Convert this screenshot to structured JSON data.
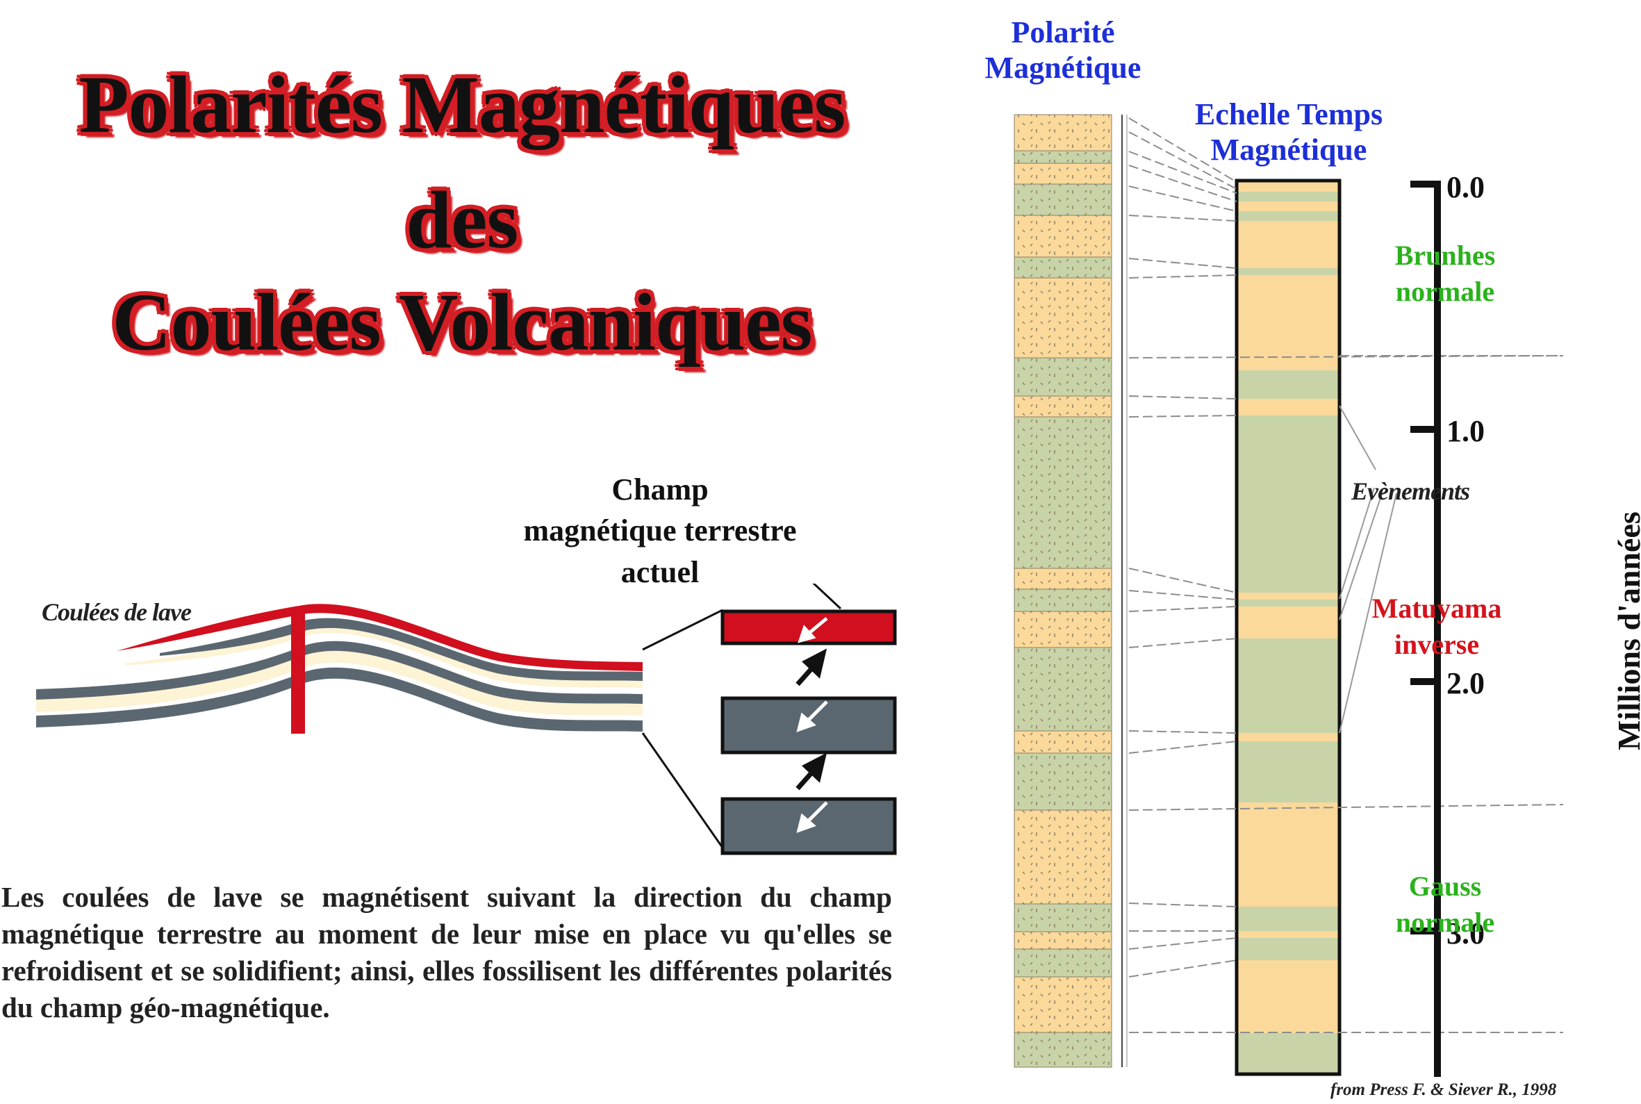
{
  "title": {
    "line1": "Polarités Magnétiques",
    "line2": "des",
    "line3": "Coulées Volcaniques"
  },
  "diagram": {
    "lava_label": "Coulées de lave",
    "champ_line1": "Champ",
    "champ_line2": "magnétique terrestre",
    "champ_line3": "actuel"
  },
  "description": "Les coulées de lave se magnétisent suivant la direction du champ magnétique terrestre au moment de leur mise en place vu qu'elles se refroidisent et se solidifient; ainsi, elles fossilisent les différentes polarités du champ géo-magnétique.",
  "column1_header": {
    "line1": "Polarité",
    "line2": "Magnétique"
  },
  "column2_header": {
    "line1": "Echelle Temps",
    "line2": "Magnétique"
  },
  "scale": {
    "ticks": [
      "0.0",
      "1.0",
      "2.0",
      "3.0"
    ],
    "axis_title": "Millions d'années"
  },
  "epochs": {
    "brunhes": {
      "line1": "Brunhes",
      "line2": "normale"
    },
    "matuyama": {
      "line1": "Matuyama",
      "line2": "inverse"
    },
    "gauss": {
      "line1": "Gauss",
      "line2": "normale"
    },
    "events": "Evènements"
  },
  "source": "from Press F. & Siever R., 1998",
  "colors": {
    "title_outline": "#d21e24",
    "normal": "#fbd99a",
    "reverse": "#c8d4a8",
    "lava_red": "#d10f1e",
    "lava_grey": "#5b6770",
    "lava_cream": "#fdf3d5",
    "blue_text": "#1d2fd8",
    "green_text": "#2ab21c",
    "red_text": "#d4131c"
  }
}
